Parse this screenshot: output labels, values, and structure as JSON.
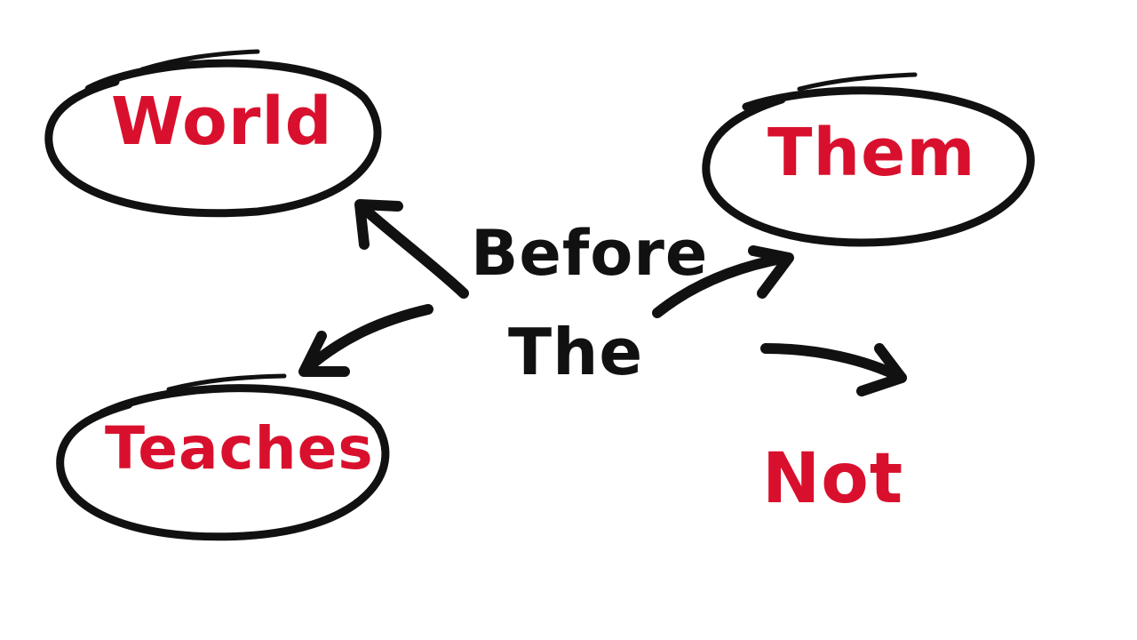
{
  "colors": {
    "accent_red": "#d9102d",
    "ink_black": "#111111",
    "background": "#ffffff"
  },
  "center": {
    "word1": "Before",
    "word2": "The"
  },
  "nodes": {
    "world": "World",
    "them": "Them",
    "teaches": "Teaches",
    "not": "Not"
  }
}
